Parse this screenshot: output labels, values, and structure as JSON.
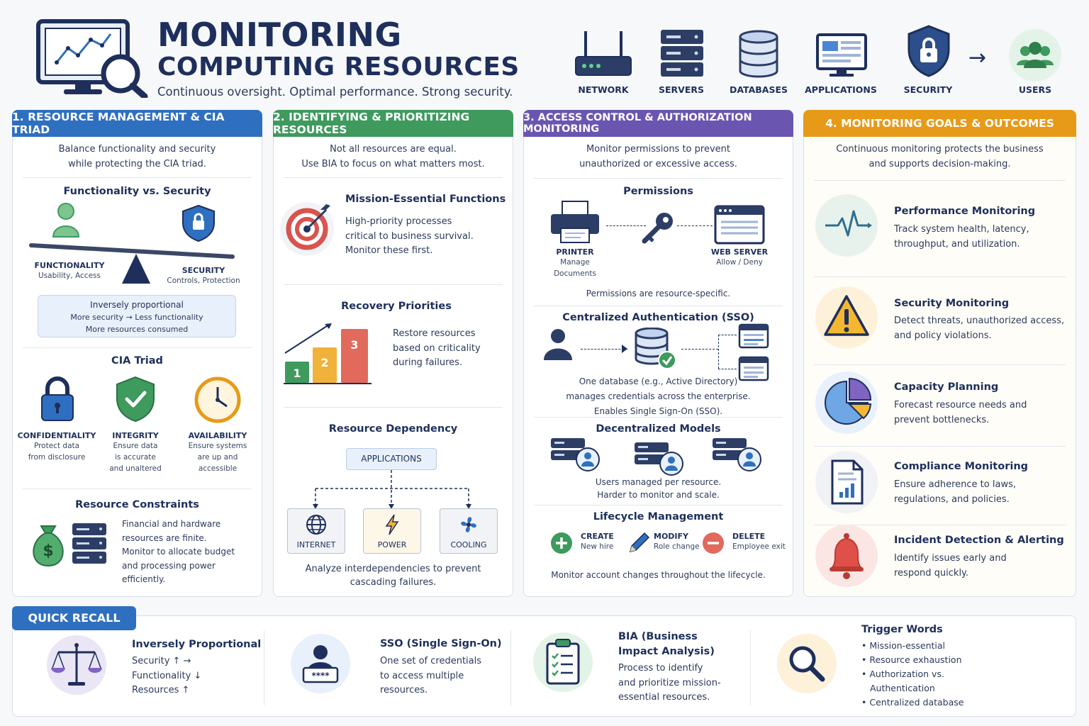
{
  "header": {
    "title_line1": "MONITORING",
    "title_line2": "COMPUTING RESOURCES",
    "tagline": "Continuous oversight. Optimal performance. Strong security.",
    "flow": [
      {
        "label": "NETWORK",
        "icon": "router-icon"
      },
      {
        "label": "SERVERS",
        "icon": "server-icon"
      },
      {
        "label": "DATABASES",
        "icon": "database-icon"
      },
      {
        "label": "APPLICATIONS",
        "icon": "application-window-icon"
      },
      {
        "label": "SECURITY",
        "icon": "shield-lock-icon"
      },
      {
        "label": "USERS",
        "icon": "users-icon"
      }
    ],
    "arrow": "→"
  },
  "colors": {
    "blue": "#2f6fbf",
    "green": "#3e9a5d",
    "purple": "#6a56b0",
    "orange": "#e69a17",
    "red": "#d9534f"
  },
  "panel1": {
    "title": "1. RESOURCE MANAGEMENT & CIA TRIAD",
    "intro": [
      "Balance functionality and security",
      "while protecting the CIA triad."
    ],
    "fvs_title": "Functionality vs. Security",
    "functionality": {
      "label": "FUNCTIONALITY",
      "desc": "Usability, Access"
    },
    "security": {
      "label": "SECURITY",
      "desc": "Controls, Protection"
    },
    "inverse": {
      "title": "Inversely proportional",
      "line1": "More security → Less functionality",
      "line2": "More resources consumed"
    },
    "cia_title": "CIA Triad",
    "cia": [
      {
        "label": "CONFIDENTIALITY",
        "desc": [
          "Protect data",
          "from disclosure"
        ]
      },
      {
        "label": "INTEGRITY",
        "desc": [
          "Ensure data",
          "is accurate",
          "and unaltered"
        ]
      },
      {
        "label": "AVAILABILITY",
        "desc": [
          "Ensure systems",
          "are up and",
          "accessible"
        ]
      }
    ],
    "constraints_title": "Resource Constraints",
    "constraints": [
      "Financial and hardware",
      "resources are finite.",
      "Monitor to allocate budget",
      "and processing power",
      "efficiently."
    ]
  },
  "panel2": {
    "title": "2. IDENTIFYING & PRIORITIZING RESOURCES",
    "intro": [
      "Not all resources are equal.",
      "Use BIA to focus on what matters most."
    ],
    "mef_title": "Mission-Essential Functions",
    "mef_desc": [
      "High-priority processes",
      "critical to business survival.",
      "Monitor these first."
    ],
    "rp_title": "Recovery Priorities",
    "rp_bars": [
      "1",
      "2",
      "3"
    ],
    "rp_desc": [
      "Restore resources",
      "based on criticality",
      "during failures."
    ],
    "dep_title": "Resource Dependency",
    "dep_top": "APPLICATIONS",
    "dep_items": [
      "INTERNET",
      "POWER",
      "COOLING"
    ],
    "dep_desc": [
      "Analyze interdependencies to prevent",
      "cascading failures."
    ]
  },
  "panel3": {
    "title": "3. ACCESS CONTROL & AUTHORIZATION MONITORING",
    "intro": [
      "Monitor permissions to prevent",
      "unauthorized or excessive access."
    ],
    "perm_title": "Permissions",
    "printer": {
      "label": "PRINTER",
      "desc": [
        "Manage",
        "Documents"
      ]
    },
    "webserver": {
      "label": "WEB SERVER",
      "desc": "Allow / Deny"
    },
    "perm_note": "Permissions are resource-specific.",
    "sso_title": "Centralized Authentication (SSO)",
    "sso_desc": [
      "One database (e.g., Active Directory)",
      "manages credentials across the enterprise.",
      "Enables Single Sign-On (SSO)."
    ],
    "dec_title": "Decentralized Models",
    "dec_desc": [
      "Users managed per resource.",
      "Harder to monitor and scale."
    ],
    "life_title": "Lifecycle Management",
    "life": [
      {
        "label": "CREATE",
        "desc": "New hire"
      },
      {
        "label": "MODIFY",
        "desc": "Role change"
      },
      {
        "label": "DELETE",
        "desc": "Employee exit"
      }
    ],
    "life_note": "Monitor account changes throughout the lifecycle."
  },
  "panel4": {
    "title": "4. MONITORING GOALS & OUTCOMES",
    "intro": [
      "Continuous monitoring protects the business",
      "and supports decision-making."
    ],
    "goals": [
      {
        "title": "Performance Monitoring",
        "desc": [
          "Track system health, latency,",
          "throughput, and utilization."
        ],
        "icon": "heartbeat-icon"
      },
      {
        "title": "Security Monitoring",
        "desc": [
          "Detect threats, unauthorized access,",
          "and policy violations."
        ],
        "icon": "warning-icon"
      },
      {
        "title": "Capacity Planning",
        "desc": [
          "Forecast resource needs and",
          "prevent bottlenecks."
        ],
        "icon": "pie-chart-icon"
      },
      {
        "title": "Compliance Monitoring",
        "desc": [
          "Ensure adherence to laws,",
          "regulations, and policies."
        ],
        "icon": "document-chart-icon"
      },
      {
        "title": "Incident Detection & Alerting",
        "desc": [
          "Identify issues early and",
          "respond quickly."
        ],
        "icon": "bell-icon"
      }
    ]
  },
  "quick": {
    "title": "QUICK RECALL",
    "items": [
      {
        "title": "Inversely Proportional",
        "lines": [
          "Security ↑ →",
          "Functionality ↓",
          "Resources ↑"
        ],
        "icon": "scales-icon"
      },
      {
        "title": "SSO (Single Sign-On)",
        "lines": [
          "One set of credentials",
          "to access multiple",
          "resources."
        ],
        "icon": "user-password-icon"
      },
      {
        "title_lines": [
          "BIA (Business",
          "Impact Analysis)"
        ],
        "lines": [
          "Process to identify",
          "and prioritize mission-",
          "essential resources."
        ],
        "icon": "checklist-icon"
      },
      {
        "title": "Trigger Words",
        "bullets": [
          "Mission-essential",
          "Resource exhaustion",
          "Authorization vs.",
          "Authentication",
          "Centralized database"
        ],
        "icon": "magnifier-icon"
      }
    ]
  }
}
